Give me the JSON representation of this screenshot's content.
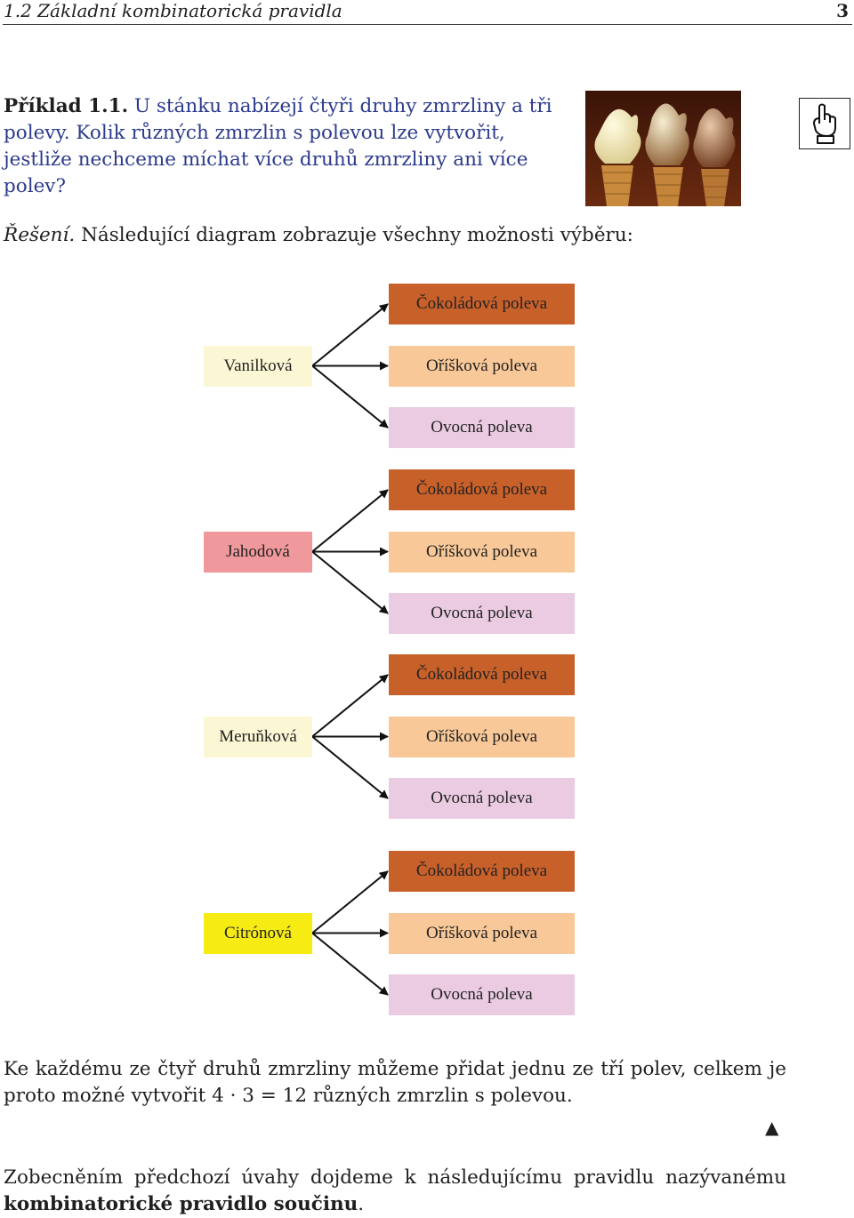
{
  "header": {
    "section_title": "1.2 Základní kombinatorická pravidla",
    "page_number": "3"
  },
  "example": {
    "label": "Příklad 1.1.",
    "text": "U stánku nabízejí čtyři druhy zmrzliny a tři polevy. Kolik různých zmrzlin s polevou lze vytvořit, jestliže nechceme míchat více druhů zmrzliny ani více polev?"
  },
  "solution": {
    "label": "Řešení.",
    "text": "Následující diagram zobrazuje všechny možnosti výběru:"
  },
  "diagram": {
    "flavors": [
      {
        "label": "Vanilková",
        "color": "#fbf7d4"
      },
      {
        "label": "Jahodová",
        "color": "#f0999c"
      },
      {
        "label": "Meruňková",
        "color": "#fbf7d4"
      },
      {
        "label": "Citrónová",
        "color": "#f6ec14"
      }
    ],
    "toppings": [
      {
        "label": "Čokoládová poleva",
        "color": "#c8602a"
      },
      {
        "label": "Oříšková poleva",
        "color": "#f8c898"
      },
      {
        "label": "Ovocná poleva",
        "color": "#eacbe2"
      }
    ]
  },
  "conclusion": {
    "text": "Ke každému ze čtyř druhů zmrzliny můžeme přidat jednu ze tří polev, celkem je proto možné vytvořit 4 · 3 = 12 různých zmrzlin s polevou.",
    "end_mark": "▲"
  },
  "generalization": {
    "text_before": "Zobecněním předchozí úvahy dojdeme k následujícímu pravidlu nazývanému ",
    "bold_term": "kombinatorické pravidlo součinu",
    "text_after": "."
  },
  "icons": {
    "photo": "ice-cream-cones-photo",
    "margin": "pointing-hand-icon"
  }
}
